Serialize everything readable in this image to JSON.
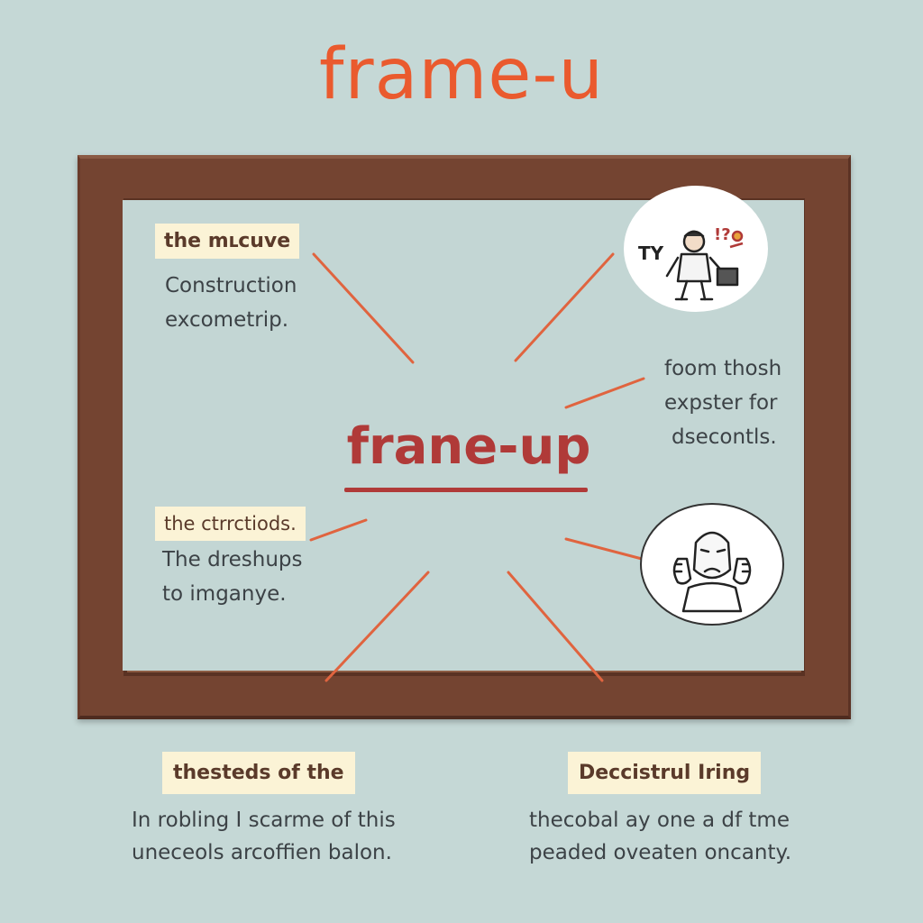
{
  "title": "frame-u",
  "center": {
    "title": "frane-up"
  },
  "blocks": {
    "top_left": {
      "label": "the mւcuve",
      "lines": [
        "Construction",
        "excometrip."
      ]
    },
    "mid_right": {
      "lines": [
        "foom thosh",
        "expster for",
        "dsecontls."
      ]
    },
    "lower_left": {
      "label": "the ctrrctiods.",
      "lines": [
        "The dreshups",
        "to imganye."
      ]
    },
    "bottom_left": {
      "label": "thesteds of the",
      "lines": [
        "In robling I scarme of this",
        "uneceols arcoffien balon."
      ]
    },
    "bottom_right": {
      "label": "Deccistrul Iring",
      "lines": [
        "thecobal ay one a df tme",
        "peaded oveaten oncanty."
      ]
    }
  },
  "illustrations": {
    "top_right": {
      "icon": "businessman-briefcase-icon",
      "caption": "TY",
      "marks": "!?"
    },
    "mid_right": {
      "icon": "frustrated-man-icon"
    }
  },
  "colors": {
    "background": "#c5d8d6",
    "title": "#ea5a2e",
    "center_title": "#b03a38",
    "frame": "#744431",
    "connector": "#e0643f",
    "label_bg": "#fbf3d6"
  }
}
